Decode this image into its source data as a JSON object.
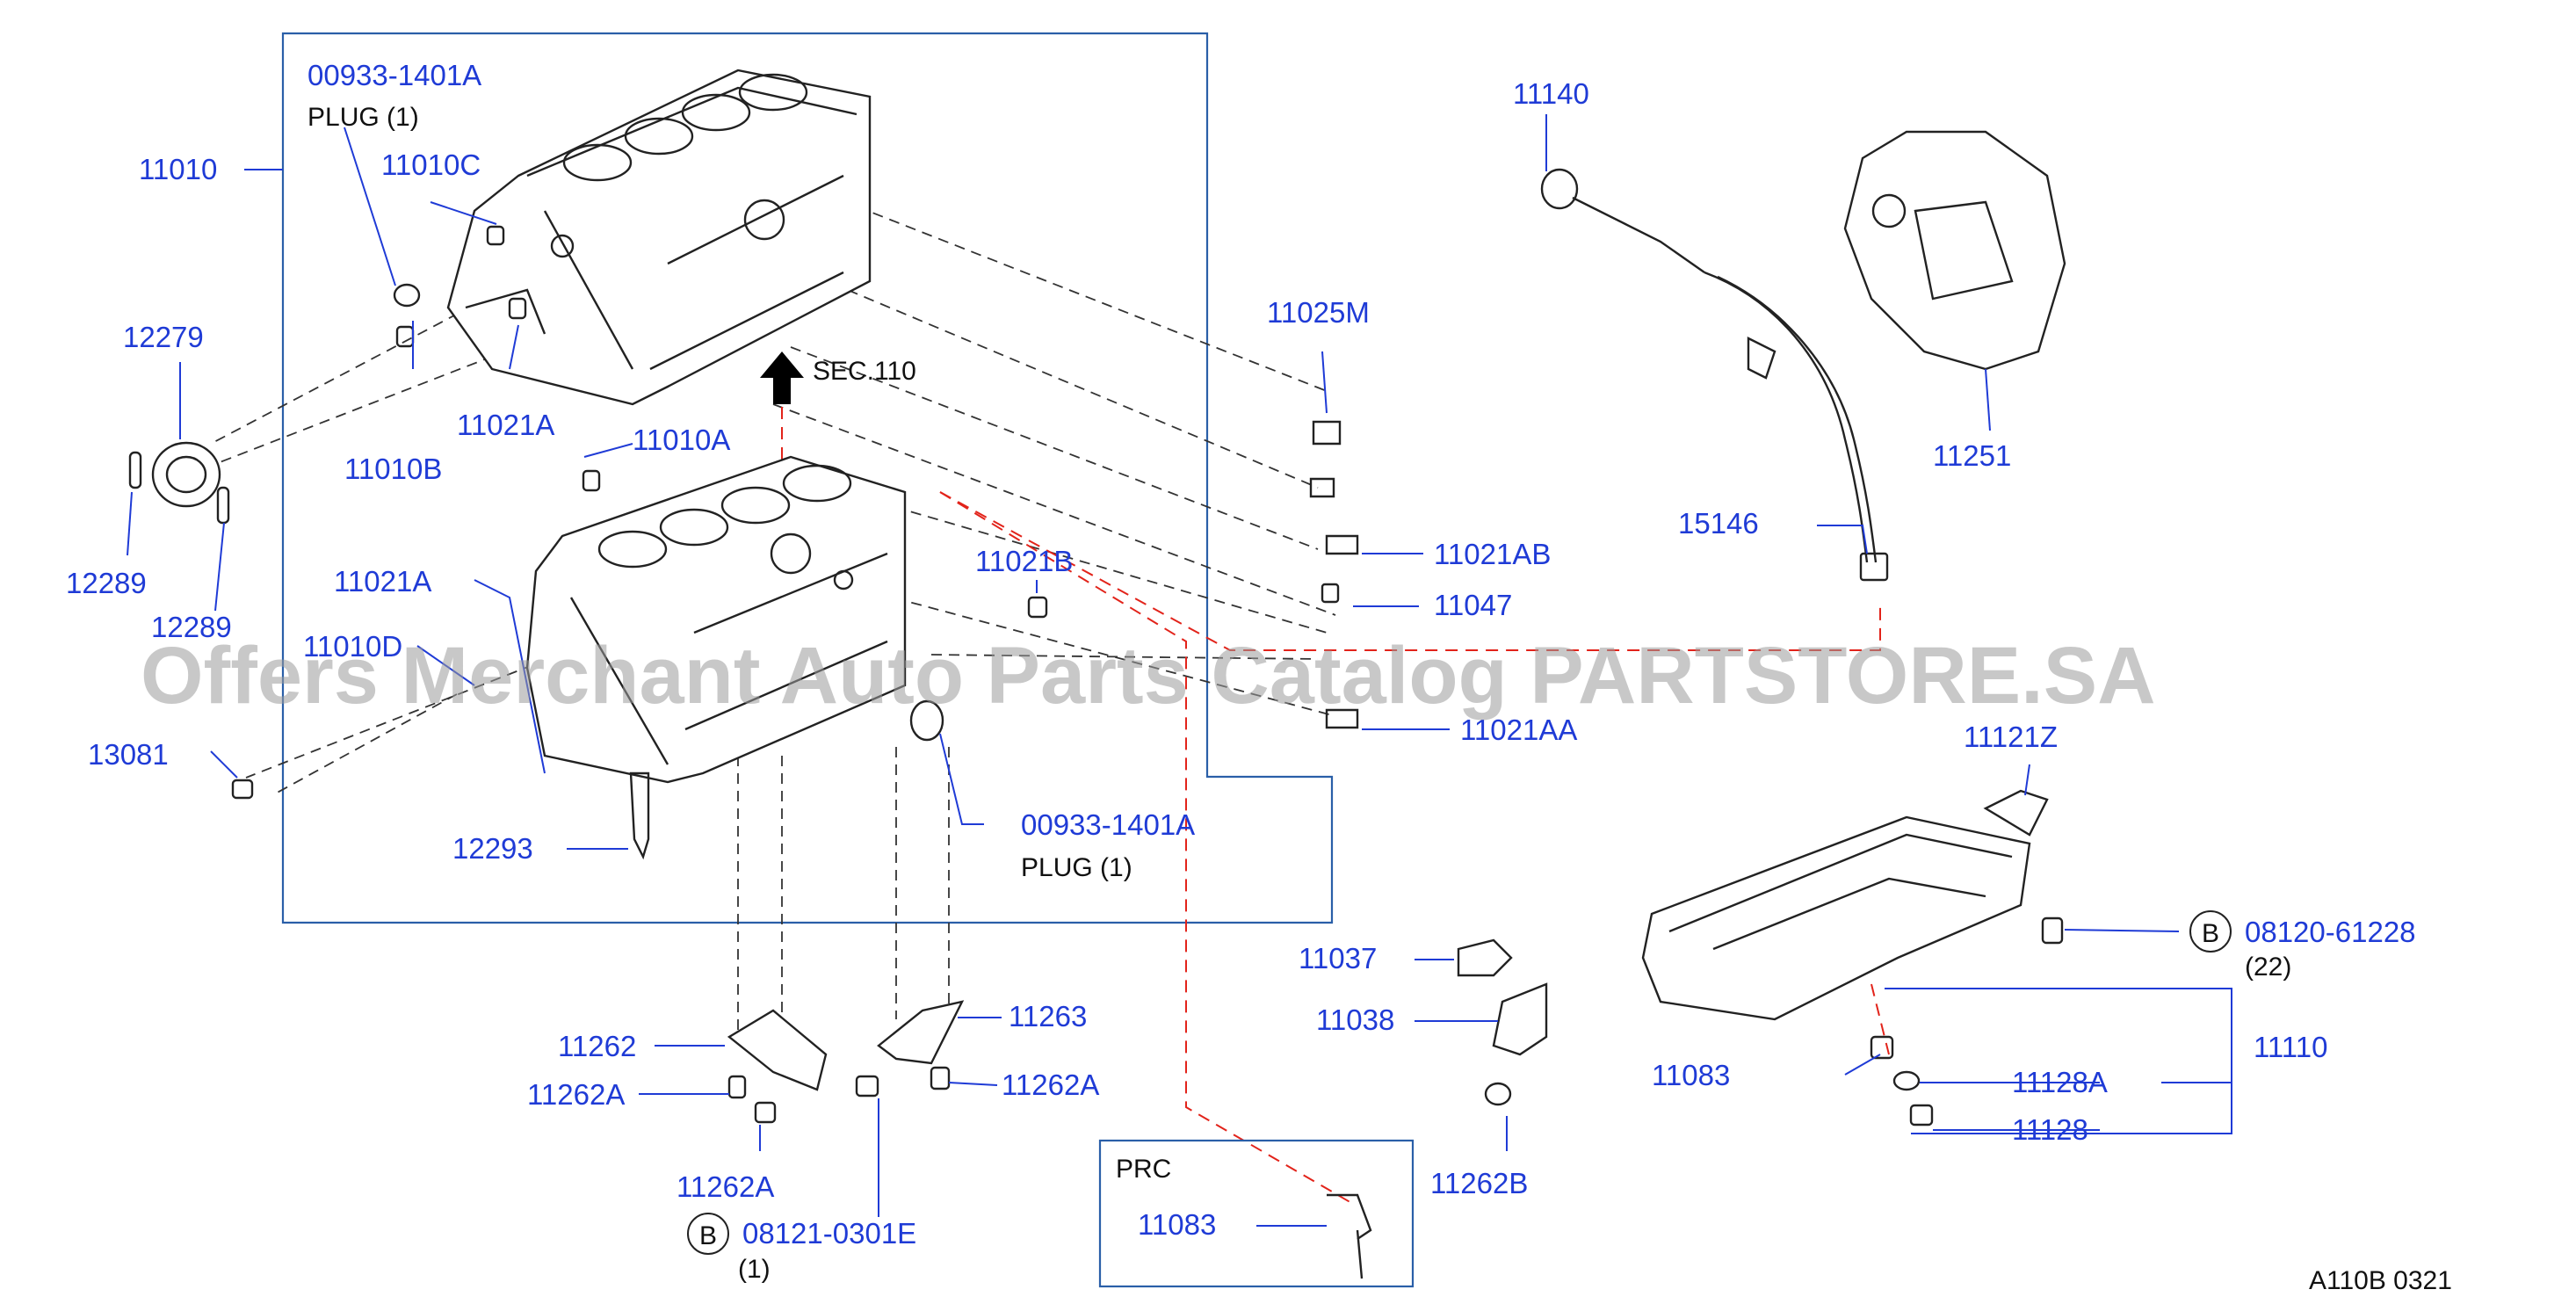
{
  "watermark": "Offers Merchant Auto Parts Catalog PARTSTORE.SA",
  "footer_code": "A110B  0321",
  "section_ref": "SEC.110",
  "prc_box_label": "PRC",
  "labels": {
    "p_00933_1401A_top": "00933-1401A",
    "plug_top": "PLUG   (1)",
    "p_11010": "11010",
    "p_11010C": "11010C",
    "p_12279": "12279",
    "p_11010B": "11010B",
    "p_11021A_top": "11021A",
    "p_11010A": "11010A",
    "p_12289_a": "12289",
    "p_12289_b": "12289",
    "p_11021A_mid": "11021A",
    "p_11010D": "11010D",
    "p_13081": "13081",
    "p_12293": "12293",
    "p_00933_1401A_bot": "00933-1401A",
    "plug_bot": "PLUG   (1)",
    "p_11021B": "11021B",
    "p_11025M": "11025M",
    "p_11021AB": "11021AB",
    "p_11047": "11047",
    "p_11021AA": "11021AA",
    "p_11140": "11140",
    "p_11251": "11251",
    "p_15146": "15146",
    "p_11121Z": "11121Z",
    "p_B_08120": "08120-61228",
    "qty_22": "(22)",
    "p_11110": "11110",
    "p_11083_right": "11083",
    "p_11128A": "11128A",
    "p_11128": "11128",
    "p_11037": "11037",
    "p_11038": "11038",
    "p_11262B": "11262B",
    "p_11262": "11262",
    "p_11263": "11263",
    "p_11262A_left": "11262A",
    "p_11262A_right": "11262A",
    "p_11262A_bot": "11262A",
    "p_B_08121": "08121-0301E",
    "qty_1": "(1)",
    "p_11083_prc": "11083",
    "bolt_marker": "B"
  },
  "colors": {
    "label_blue": "#1f3bd6",
    "frame_blue": "#2a5fa8",
    "red_dash": "#e2231a",
    "watermark_grey": "#9a9a9a"
  }
}
